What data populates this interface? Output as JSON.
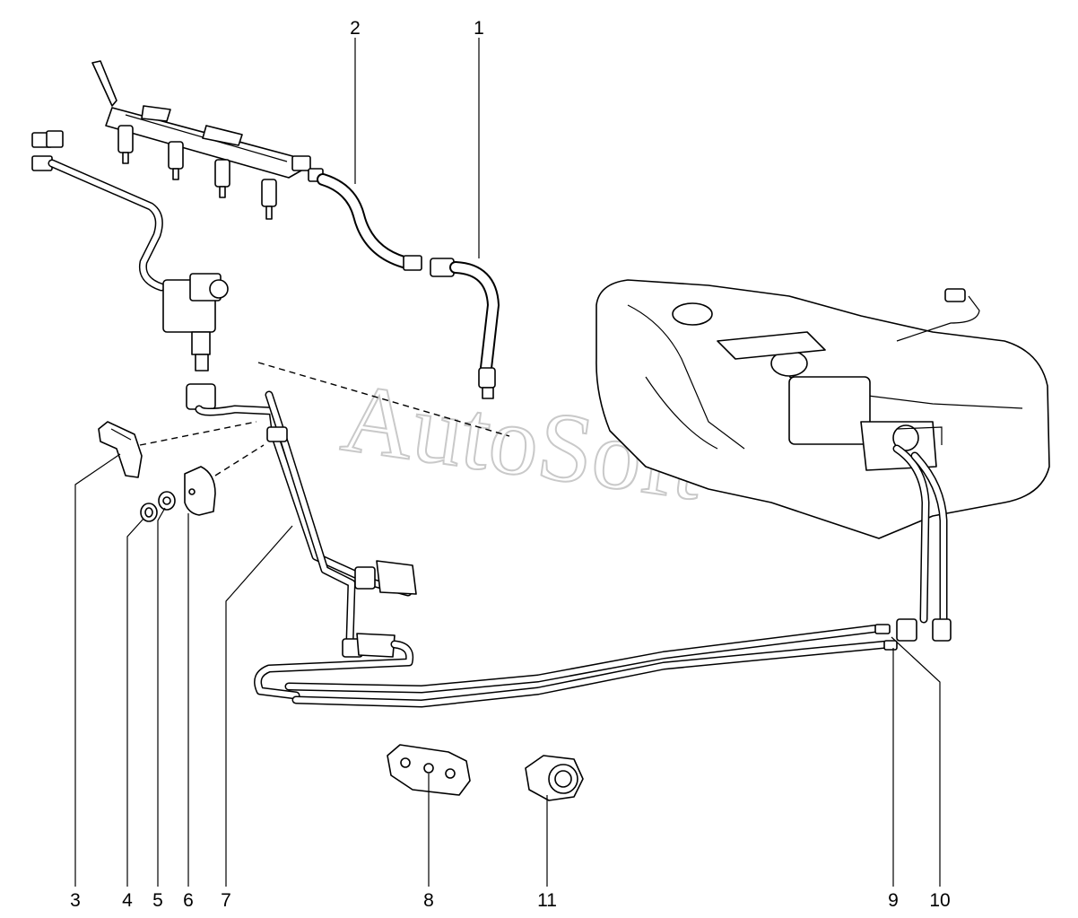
{
  "watermark": "AutoSoft",
  "callouts": [
    {
      "id": "c1",
      "label": "1"
    },
    {
      "id": "c2",
      "label": "2"
    },
    {
      "id": "c3",
      "label": "3"
    },
    {
      "id": "c4",
      "label": "4"
    },
    {
      "id": "c5",
      "label": "5"
    },
    {
      "id": "c6",
      "label": "6"
    },
    {
      "id": "c7",
      "label": "7"
    },
    {
      "id": "c8",
      "label": "8"
    },
    {
      "id": "c9",
      "label": "9"
    },
    {
      "id": "c10",
      "label": "10"
    },
    {
      "id": "c11",
      "label": "11"
    }
  ]
}
